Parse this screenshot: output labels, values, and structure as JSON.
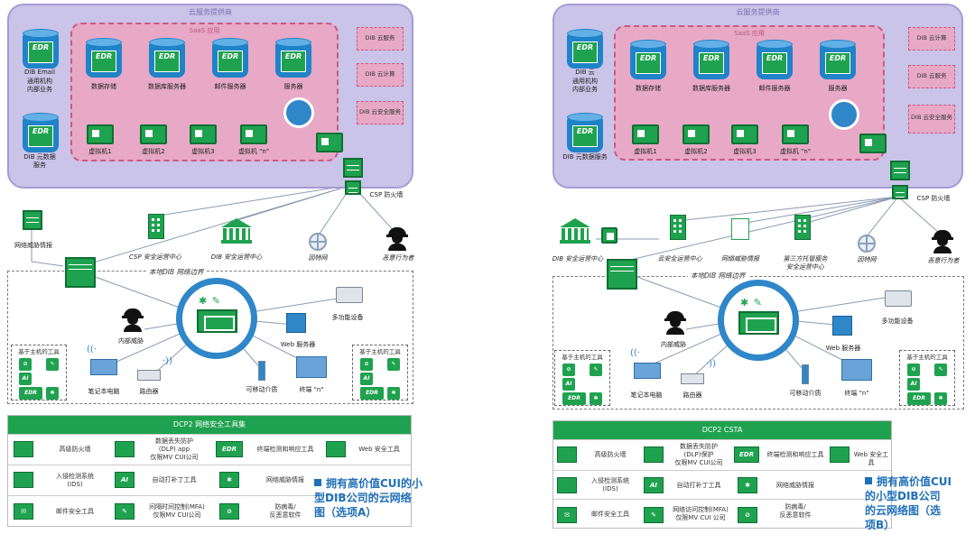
{
  "panels": [
    {
      "id": "a",
      "cloud_title": "云服务提供商",
      "saas_title": "SaaS 应用",
      "dib_email_label": "DIB Email",
      "dib_email_sub": "通用机构\n内部业务",
      "dib_meta_label": "DIB 元数据\n服务",
      "saas_items": [
        "数据存储",
        "数据库服务器",
        "邮件服务器",
        "服务器"
      ],
      "vms": [
        "虚拟机1",
        "虚拟机2",
        "虚拟机3",
        "虚拟机 \"n\""
      ],
      "side_items": [
        "DIB 云服务",
        "DIB 云计算",
        "DIB 云安全服务"
      ],
      "csp_firewall": "CSP 防火墙",
      "threat_intel": "网络威胁情报",
      "csp_soc": "CSP 安全运营中心",
      "dib_soc": "DIB 安全运营中心",
      "internet": "因特网",
      "malicious": "恶意行为者",
      "boundary": "本地DIB 网络边界",
      "insider": "内部威胁",
      "laptop": "笔记本电脑",
      "router": "路由器",
      "mfp": "多功能设备",
      "web_server": "Web 服务器",
      "removable": "可移动介质",
      "endpoint": "终端 \"n\"",
      "toolbox_title": "基于主机的工具",
      "legend_title": "DCP2 网络安全工具集",
      "legend": [
        [
          "高级防火墙",
          "数据丢失防护\n(DLP) app\n仅限MV CUI公司",
          "终端检测和响应工具",
          "Web 安全工具"
        ],
        [
          "入侵检测系统\n(IDS)",
          "自动打补丁工具",
          "网络威胁情报",
          ""
        ],
        [
          "邮件安全工具",
          "间隔时间控制(MFA)\n仅限MV CUI公司",
          "防病毒/\n反恶意软件",
          ""
        ]
      ],
      "caption": "拥有高价值CUI的小\n型DIB公司的云网络\n图（选项A）"
    },
    {
      "id": "b",
      "cloud_title": "云服务提供商",
      "saas_title": "SaaS 应用",
      "dib_email_label": "DIB 云",
      "dib_email_sub": "通用机构\n内部业务",
      "dib_meta_label": "DIB 元数据服务",
      "saas_items": [
        "数据存储",
        "数据库服务器",
        "邮件服务器",
        "服务器"
      ],
      "vms": [
        "虚拟机1",
        "虚拟机2",
        "虚拟机3",
        "虚拟机 \"n\""
      ],
      "side_items": [
        "DIB 云计算",
        "DIB 云服务",
        "DIB 云安全服务"
      ],
      "csp_firewall": "CSP 防火墙",
      "threat_intel": "网络威胁情报",
      "csp_soc": "云安全运营中心",
      "dib_soc": "DIB 安全运营中心",
      "third_soc": "第三方托管服务\n安全运营中心",
      "internet": "因特网",
      "malicious": "恶意行为者",
      "boundary": "本地DIB 网络边界",
      "insider": "内部威胁",
      "laptop": "笔记本电脑",
      "router": "路由器",
      "mfp": "多功能设备",
      "web_server": "Web 服务器",
      "removable": "可移动介质",
      "endpoint": "终端 \"n\"",
      "toolbox_title": "基于主机的工具",
      "legend_title": "DCP2 CSTA",
      "legend": [
        [
          "高级防火墙",
          "数据丢失防护\n(DLP)保护\n仅限MV CUI公司",
          "终端检测和响应工具",
          "Web 安全工具"
        ],
        [
          "入侵检测系统\n(IDS)",
          "自动打补丁工具",
          "网络威胁情报",
          ""
        ],
        [
          "邮件安全工具",
          "网络访问控制(MFA)\n仅限MV CUI 公司",
          "防病毒/\n反恶意软件",
          ""
        ]
      ],
      "caption": "拥有高价值CUI\n的小型DIB公司\n的云网络图（选\n项B）"
    }
  ],
  "icons": {
    "edr": "EDR",
    "ai": "AI"
  },
  "colors": {
    "green": "#1fa24f",
    "blue": "#2f86c9",
    "cloud": "#c9c4e8",
    "saas": "#e7a9c6",
    "caption": "#1f6fb8"
  }
}
